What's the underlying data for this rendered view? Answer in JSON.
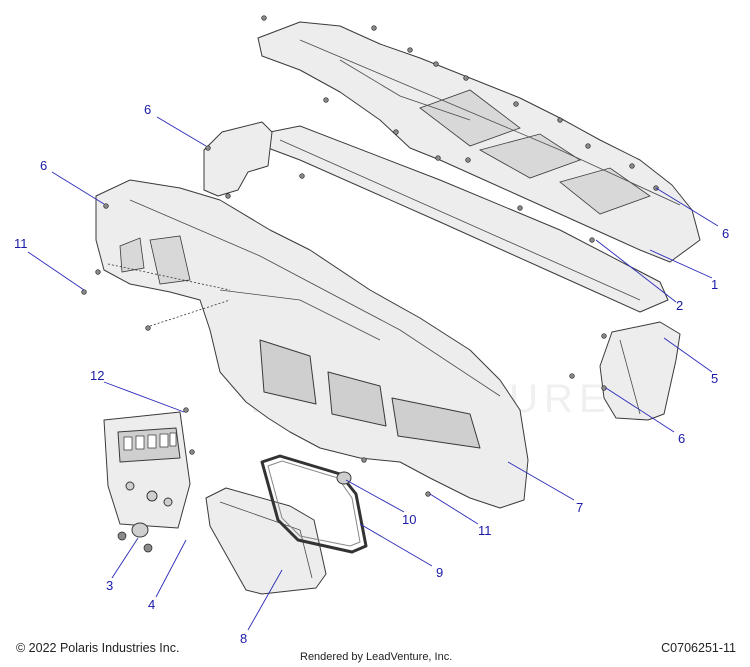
{
  "footer": {
    "copyright": "© 2022 Polaris Industries Inc.",
    "rendered_by": "Rendered by LeadVenture, Inc.",
    "diagram_code": "C0706251-11"
  },
  "watermark": {
    "text": "LEADVENTURE"
  },
  "callouts": [
    {
      "id": "c1",
      "label": "1"
    },
    {
      "id": "c2",
      "label": "2"
    },
    {
      "id": "c3",
      "label": "3"
    },
    {
      "id": "c4",
      "label": "4"
    },
    {
      "id": "c5",
      "label": "5"
    },
    {
      "id": "c6a",
      "label": "6"
    },
    {
      "id": "c6b",
      "label": "6"
    },
    {
      "id": "c6c",
      "label": "6"
    },
    {
      "id": "c6d",
      "label": "6"
    },
    {
      "id": "c7",
      "label": "7"
    },
    {
      "id": "c8",
      "label": "8"
    },
    {
      "id": "c9",
      "label": "9"
    },
    {
      "id": "c10",
      "label": "10"
    },
    {
      "id": "c11a",
      "label": "11"
    },
    {
      "id": "c11b",
      "label": "11"
    },
    {
      "id": "c12",
      "label": "12"
    }
  ],
  "colors": {
    "callout": "#1a1aa6",
    "leader": "#2a2ab8",
    "part_fill": "#ededed",
    "line": "#3a3a3a"
  }
}
